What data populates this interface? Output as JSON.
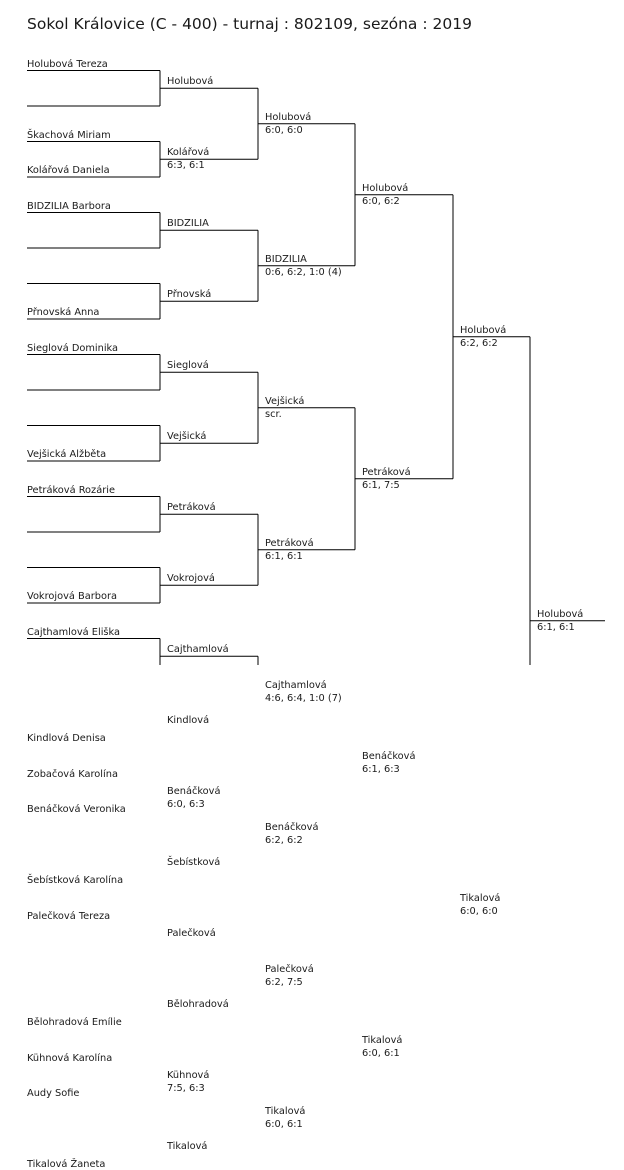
{
  "title": "Sokol Královice (C - 400) - turnaj : 802109, sezóna : 2019",
  "round1": [
    {
      "players": [
        "Holubová Tereza",
        ""
      ],
      "winner": "Holubová",
      "score": ""
    },
    {
      "players": [
        "Škachová Miriam",
        "Kolářová Daniela"
      ],
      "winner": "Kolářová",
      "score": "6:3, 6:1"
    },
    {
      "players": [
        "BIDZILIA Barbora",
        ""
      ],
      "winner": "BIDZILIA",
      "score": ""
    },
    {
      "players": [
        "",
        "Přnovská Anna"
      ],
      "winner": "Přnovská",
      "score": ""
    },
    {
      "players": [
        "Sieglová Dominika",
        ""
      ],
      "winner": "Sieglová",
      "score": ""
    },
    {
      "players": [
        "",
        "Vejšická Alžběta"
      ],
      "winner": "Vejšická",
      "score": ""
    },
    {
      "players": [
        "Petráková Rozárie",
        ""
      ],
      "winner": "Petráková",
      "score": ""
    },
    {
      "players": [
        "",
        "Vokrojová Barbora"
      ],
      "winner": "Vokrojová",
      "score": ""
    },
    {
      "players": [
        "Cajthamlová Eliška",
        ""
      ],
      "winner": "Cajthamlová",
      "score": ""
    },
    {
      "players": [
        "",
        "Kindlová Denisa"
      ],
      "winner": "Kindlová",
      "score": ""
    },
    {
      "players": [
        "Zobačová Karolína",
        "Benáčková Veronika"
      ],
      "winner": "Benáčková",
      "score": "6:0, 6:3"
    },
    {
      "players": [
        "",
        "Šebístková Karolína"
      ],
      "winner": "Šebístková",
      "score": ""
    },
    {
      "players": [
        "Palečková Tereza",
        ""
      ],
      "winner": "Palečková",
      "score": ""
    },
    {
      "players": [
        "",
        "Bělohradová Emílie"
      ],
      "winner": "Bělohradová",
      "score": ""
    },
    {
      "players": [
        "Kühnová Karolína",
        "Audy Sofie"
      ],
      "winner": "Kühnová",
      "score": "7:5, 6:3"
    },
    {
      "players": [
        "",
        "Tikalová Žaneta"
      ],
      "winner": "Tikalová",
      "score": ""
    }
  ],
  "round2": [
    {
      "winner": "Holubová",
      "score": "6:0, 6:0"
    },
    {
      "winner": "BIDZILIA",
      "score": "0:6, 6:2, 1:0 (4)"
    },
    {
      "winner": "Vejšická",
      "score": "scr."
    },
    {
      "winner": "Petráková",
      "score": "6:1, 6:1"
    },
    {
      "winner": "Cajthamlová",
      "score": "4:6, 6:4, 1:0 (7)"
    },
    {
      "winner": "Benáčková",
      "score": "6:2, 6:2"
    },
    {
      "winner": "Palečková",
      "score": "6:2, 7:5"
    },
    {
      "winner": "Tikalová",
      "score": "6:0, 6:1"
    }
  ],
  "round3": [
    {
      "winner": "Holubová",
      "score": "6:0, 6:2"
    },
    {
      "winner": "Petráková",
      "score": "6:1, 7:5"
    },
    {
      "winner": "Benáčková",
      "score": "6:1, 6:3"
    },
    {
      "winner": "Tikalová",
      "score": "6:0, 6:1"
    }
  ],
  "round4": [
    {
      "winner": "Holubová",
      "score": "6:2, 6:2"
    },
    {
      "winner": "Tikalová",
      "score": "6:0, 6:0"
    }
  ],
  "final": {
    "winner": "Holubová",
    "score": "6:1, 6:1"
  }
}
